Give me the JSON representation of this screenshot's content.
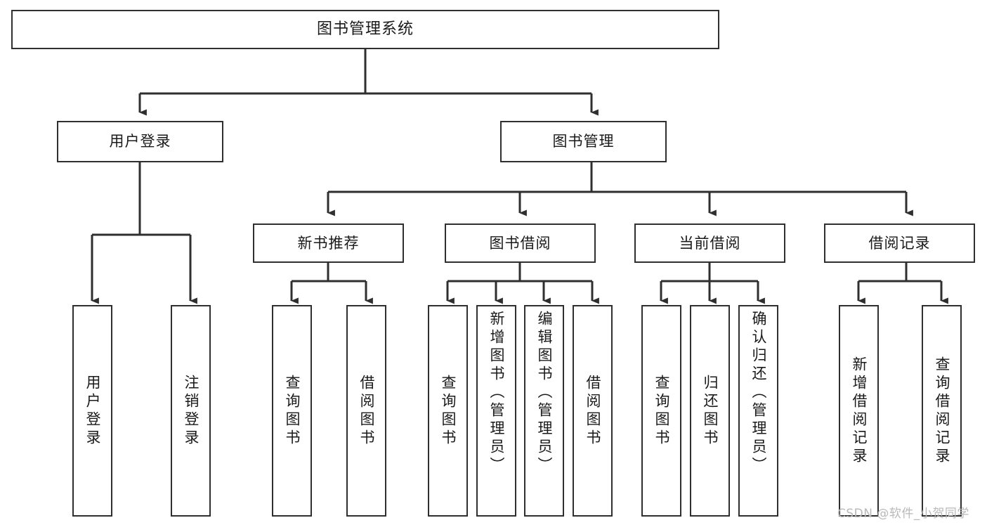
{
  "diagram": {
    "type": "tree-hierarchy",
    "title": "图书管理系统",
    "orientation": "top-down",
    "colors": {
      "background": "#ffffff",
      "box_border": "#2f2f2f",
      "box_fill": "#ffffff",
      "edge": "#2f2f2f",
      "text": "#1a1a1a",
      "watermark": "#b9b9b9"
    },
    "levels": [
      {
        "level": 0,
        "nodes": [
          {
            "id": "root",
            "label": "图书管理系统",
            "text_direction": "horizontal"
          }
        ]
      },
      {
        "level": 1,
        "nodes": [
          {
            "id": "login",
            "label": "用户登录",
            "text_direction": "horizontal",
            "parent": "root"
          },
          {
            "id": "bookmgr",
            "label": "图书管理",
            "text_direction": "horizontal",
            "parent": "root"
          }
        ]
      },
      {
        "level": 2,
        "nodes": [
          {
            "id": "newbook",
            "label": "新书推荐",
            "text_direction": "horizontal",
            "parent": "bookmgr"
          },
          {
            "id": "borrow",
            "label": "图书借阅",
            "text_direction": "horizontal",
            "parent": "bookmgr"
          },
          {
            "id": "current",
            "label": "当前借阅",
            "text_direction": "horizontal",
            "parent": "bookmgr"
          },
          {
            "id": "records",
            "label": "借阅记录",
            "text_direction": "horizontal",
            "parent": "bookmgr"
          }
        ]
      },
      {
        "level": 3,
        "nodes": [
          {
            "id": "l1",
            "label": "用户登录",
            "text_direction": "vertical",
            "parent": "login"
          },
          {
            "id": "l2",
            "label": "注销登录",
            "text_direction": "vertical",
            "parent": "login"
          },
          {
            "id": "n1",
            "label": "查询图书",
            "text_direction": "vertical",
            "parent": "newbook"
          },
          {
            "id": "n2",
            "label": "借阅图书",
            "text_direction": "vertical",
            "parent": "newbook"
          },
          {
            "id": "b1",
            "label": "查询图书",
            "text_direction": "vertical",
            "parent": "borrow"
          },
          {
            "id": "b2",
            "label": "新增图书（管理员）",
            "text_direction": "vertical",
            "parent": "borrow"
          },
          {
            "id": "b3",
            "label": "编辑图书（管理员）",
            "text_direction": "vertical",
            "parent": "borrow"
          },
          {
            "id": "b4",
            "label": "借阅图书",
            "text_direction": "vertical",
            "parent": "borrow"
          },
          {
            "id": "c1",
            "label": "查询图书",
            "text_direction": "vertical",
            "parent": "current"
          },
          {
            "id": "c2",
            "label": "归还图书",
            "text_direction": "vertical",
            "parent": "current"
          },
          {
            "id": "c3",
            "label": "确认归还（管理员）",
            "text_direction": "vertical",
            "parent": "current"
          },
          {
            "id": "r1",
            "label": "新增借阅记录",
            "text_direction": "vertical",
            "parent": "records"
          },
          {
            "id": "r2",
            "label": "查询借阅记录",
            "text_direction": "vertical",
            "parent": "records"
          }
        ]
      }
    ],
    "watermark": "CSDN @软件_小贺同学"
  }
}
